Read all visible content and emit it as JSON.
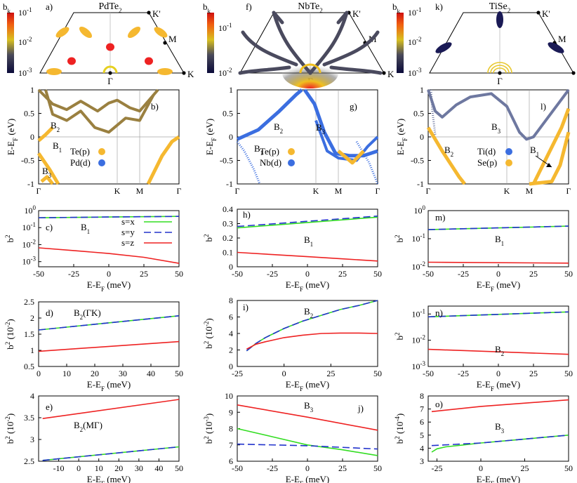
{
  "colors": {
    "x": "#33dd22",
    "y": "#2233cc",
    "z": "#ee2222",
    "te": "#f5b830",
    "pd": "#3b6ee0"
  },
  "colorbar_label": "b",
  "colorbar_label_sub": "k",
  "colorbar_label_sup": "2",
  "legend_sx": "s=x",
  "legend_sy": "s=y",
  "legend_sz": "s=z",
  "ylabel_band": "E-E",
  "ylabel_band_sub": "F",
  "ylabel_band_unit": " (eV)",
  "xlabel_mev": "E-E",
  "xlabel_mev_sub": "F",
  "xlabel_mev_unit": " (meV)",
  "b2": "b",
  "b2_sup": "2",
  "columns": [
    {
      "title": "PdTe",
      "title_sub": "2",
      "bz_letter": "a)",
      "cbar_ticks": [
        "10",
        "10",
        "10"
      ],
      "cbar_exps": [
        "-1",
        "-2",
        "-3"
      ],
      "bz_labels": [
        "K'",
        "M",
        "K",
        "Γ"
      ],
      "band_letter": "b)",
      "band_ticks_y": [
        "1",
        "0.5",
        "0",
        "-0.5",
        "-1"
      ],
      "band_ticks_x": [
        "Γ",
        "K",
        "M",
        "Γ"
      ],
      "band_labels": [
        {
          "t": "B",
          "s": "2"
        },
        {
          "t": "B",
          "s": "1"
        },
        {
          "t": "B",
          "s": "3"
        }
      ],
      "legend": [
        {
          "text": "Te(p)",
          "color": "#f5b830"
        },
        {
          "text": "Pd(d)",
          "color": "#3b6ee0"
        }
      ]
    },
    {
      "title": "NbTe",
      "title_sub": "2",
      "bz_letter": "f)",
      "cbar_ticks": [
        "10"
      ],
      "cbar_exps": [
        "-1"
      ],
      "cbar_ticks_low": [
        "10"
      ],
      "cbar_exps_low": [
        "-2"
      ],
      "bz_labels": [
        "K'",
        "M",
        "K",
        "Γ"
      ],
      "band_letter": "g)",
      "band_ticks_y": [
        "1",
        "0.5",
        "0",
        "-0.5",
        "-1"
      ],
      "band_ticks_x": [
        "Γ",
        "K",
        "M",
        "Γ"
      ],
      "band_labels": [
        {
          "t": "B",
          "s": "2"
        },
        {
          "t": "B",
          "s": "3"
        },
        {
          "t": "B",
          "s": "1"
        }
      ],
      "legend": [
        {
          "text": "Te(p)",
          "color": "#f5b830"
        },
        {
          "text": "Nb(d)",
          "color": "#3b6ee0"
        }
      ]
    },
    {
      "title": "TiSe",
      "title_sub": "2",
      "bz_letter": "k)",
      "cbar_ticks": [
        "10",
        "10",
        "10"
      ],
      "cbar_exps": [
        "-1",
        "-2",
        "-3"
      ],
      "bz_labels": [
        "K'",
        "M",
        "K",
        "Γ"
      ],
      "band_letter": "l)",
      "band_ticks_y": [
        "1",
        "0.5",
        "0",
        "-0.5",
        "-1"
      ],
      "band_ticks_x": [
        "Γ",
        "K",
        "M",
        "Γ"
      ],
      "band_labels": [
        {
          "t": "B",
          "s": "3"
        },
        {
          "t": "B",
          "s": "2"
        },
        {
          "t": "B",
          "s": "1"
        }
      ],
      "legend": [
        {
          "text": "Ti(d)",
          "color": "#3b6ee0"
        },
        {
          "text": "Se(p)",
          "color": "#f5b830"
        }
      ]
    }
  ],
  "chart_data": [
    {
      "id": "c",
      "type": "line",
      "letter": "c)",
      "band": "B",
      "band_sub": "1",
      "band_suffix": "",
      "xlim": [
        -50,
        50
      ],
      "xticks": [
        -50,
        -25,
        0,
        25,
        50
      ],
      "ylog": true,
      "ylim": [
        0.0005,
        1
      ],
      "yticks": [
        1,
        0.1,
        0.01,
        0.001
      ],
      "ytick_labels": [
        [
          "10",
          "0"
        ],
        [
          "10",
          "-1"
        ],
        [
          "10",
          "-2"
        ],
        [
          "10",
          "-3"
        ]
      ],
      "ylabel_unit": "",
      "series": [
        {
          "name": "s=x",
          "x": [
            -50,
            0,
            50
          ],
          "y": [
            0.38,
            0.42,
            0.46
          ]
        },
        {
          "name": "s=y",
          "x": [
            -50,
            0,
            50
          ],
          "y": [
            0.38,
            0.42,
            0.46
          ]
        },
        {
          "name": "s=z",
          "x": [
            -50,
            -25,
            0,
            25,
            50
          ],
          "y": [
            0.0065,
            0.0045,
            0.003,
            0.0018,
            0.0008
          ]
        }
      ]
    },
    {
      "id": "d",
      "type": "line",
      "letter": "d)",
      "band": "B",
      "band_sub": "2",
      "band_suffix": "(ΓK)",
      "xlim": [
        0,
        50
      ],
      "xticks": [
        0,
        10,
        20,
        30,
        40,
        50
      ],
      "ylog": false,
      "ylim": [
        0.5,
        2.5
      ],
      "yticks": [
        0.5,
        1,
        1.5,
        2,
        2.5
      ],
      "ytick_labels": [
        "0.5",
        "1",
        "1.5",
        "2",
        "2.5"
      ],
      "ylabel_unit": " (10",
      "ylabel_exp": "-2",
      "ylabel_close": ")",
      "series": [
        {
          "name": "s=x",
          "x": [
            0,
            50
          ],
          "y": [
            1.63,
            2.07
          ]
        },
        {
          "name": "s=y",
          "x": [
            0,
            50
          ],
          "y": [
            1.63,
            2.07
          ]
        },
        {
          "name": "s=z",
          "x": [
            0,
            50
          ],
          "y": [
            0.97,
            1.27
          ]
        }
      ]
    },
    {
      "id": "e",
      "type": "line",
      "letter": "e)",
      "band": "B",
      "band_sub": "2",
      "band_suffix": "(MΓ)",
      "xlim": [
        -20,
        50
      ],
      "xticks": [
        -10,
        0,
        10,
        20,
        30,
        40,
        50
      ],
      "ylog": false,
      "ylim": [
        2.5,
        4
      ],
      "yticks": [
        2.5,
        3,
        3.5,
        4
      ],
      "ytick_labels": [
        "2.5",
        "3",
        "3.5",
        "4"
      ],
      "ylabel_unit": " (10",
      "ylabel_exp": "-2",
      "ylabel_close": ")",
      "series": [
        {
          "name": "s=x",
          "x": [
            -18,
            50
          ],
          "y": [
            2.52,
            2.83
          ]
        },
        {
          "name": "s=y",
          "x": [
            -18,
            50
          ],
          "y": [
            2.52,
            2.83
          ]
        },
        {
          "name": "s=z",
          "x": [
            -18,
            50
          ],
          "y": [
            3.48,
            3.92
          ]
        }
      ]
    },
    {
      "id": "h",
      "type": "line",
      "letter": "h)",
      "band": "B",
      "band_sub": "1",
      "band_suffix": "",
      "xlim": [
        -50,
        50
      ],
      "xticks": [
        -50,
        -25,
        0,
        25,
        50
      ],
      "ylog": false,
      "ylim": [
        0,
        0.4
      ],
      "yticks": [
        0,
        0.1,
        0.2,
        0.3,
        0.4
      ],
      "ytick_labels": [
        "0",
        "0.1",
        "0.2",
        "0.3",
        "0.4"
      ],
      "ylabel_unit": "",
      "series": [
        {
          "name": "s=x",
          "x": [
            -50,
            50
          ],
          "y": [
            0.27,
            0.345
          ]
        },
        {
          "name": "s=y",
          "x": [
            -50,
            50
          ],
          "y": [
            0.28,
            0.352
          ]
        },
        {
          "name": "s=z",
          "x": [
            -50,
            -25,
            0,
            25,
            50
          ],
          "y": [
            0.1,
            0.085,
            0.07,
            0.055,
            0.04
          ]
        }
      ]
    },
    {
      "id": "i",
      "type": "line",
      "letter": "i)",
      "band": "B",
      "band_sub": "2",
      "band_suffix": "",
      "xlim": [
        -25,
        50
      ],
      "xticks": [
        -25,
        0,
        25,
        50
      ],
      "ylog": false,
      "ylim": [
        0,
        8
      ],
      "yticks": [
        0,
        2,
        4,
        6,
        8
      ],
      "ytick_labels": [
        "0",
        "2",
        "4",
        "6",
        "8"
      ],
      "ylabel_unit": " (10",
      "ylabel_exp": "-2",
      "ylabel_close": ")",
      "series": [
        {
          "name": "s=x",
          "x": [
            -20,
            -15,
            -10,
            0,
            10,
            20,
            30,
            40,
            50
          ],
          "y": [
            1.9,
            2.8,
            3.5,
            4.6,
            5.5,
            6.2,
            6.9,
            7.4,
            8.0
          ]
        },
        {
          "name": "s=y",
          "x": [
            -20,
            -15,
            -10,
            0,
            10,
            20,
            30,
            40,
            50
          ],
          "y": [
            1.9,
            2.8,
            3.5,
            4.6,
            5.5,
            6.2,
            6.9,
            7.4,
            8.0
          ]
        },
        {
          "name": "s=z",
          "x": [
            -20,
            -15,
            -10,
            0,
            10,
            20,
            30,
            40,
            50
          ],
          "y": [
            2.1,
            2.7,
            3.0,
            3.5,
            3.8,
            4.0,
            4.05,
            4.05,
            4.0
          ]
        }
      ]
    },
    {
      "id": "j",
      "type": "line",
      "letter": "j)",
      "band": "B",
      "band_sub": "3",
      "band_suffix": "",
      "xlim": [
        -50,
        50
      ],
      "xticks": [
        -50,
        -25,
        0,
        25,
        50
      ],
      "ylog": false,
      "ylim": [
        6,
        10
      ],
      "yticks": [
        6,
        7,
        8,
        9,
        10
      ],
      "ytick_labels": [
        "6",
        "7",
        "8",
        "9",
        "10"
      ],
      "ylabel_unit": " (10",
      "ylabel_exp": "-3",
      "ylabel_close": ")",
      "series": [
        {
          "name": "s=x",
          "x": [
            -50,
            -25,
            0,
            25,
            50
          ],
          "y": [
            8.0,
            7.5,
            7.0,
            6.7,
            6.35
          ]
        },
        {
          "name": "s=y",
          "x": [
            -50,
            0,
            50
          ],
          "y": [
            7.05,
            6.95,
            6.75
          ]
        },
        {
          "name": "s=z",
          "x": [
            -50,
            0,
            50
          ],
          "y": [
            9.45,
            8.7,
            7.9
          ]
        }
      ]
    },
    {
      "id": "m",
      "type": "line",
      "letter": "m)",
      "band": "B",
      "band_sub": "1",
      "band_suffix": "",
      "xlim": [
        -50,
        50
      ],
      "xticks": [
        -50,
        -25,
        0,
        25,
        50
      ],
      "ylog": true,
      "ylim": [
        0.01,
        1
      ],
      "yticks": [
        1,
        0.1,
        0.01
      ],
      "ytick_labels": [
        [
          "10",
          "0"
        ],
        [
          "10",
          "-1"
        ],
        [
          "10",
          "-2"
        ]
      ],
      "ylabel_unit": "",
      "series": [
        {
          "name": "s=x",
          "x": [
            -50,
            50
          ],
          "y": [
            0.21,
            0.28
          ]
        },
        {
          "name": "s=y",
          "x": [
            -50,
            50
          ],
          "y": [
            0.21,
            0.28
          ]
        },
        {
          "name": "s=z",
          "x": [
            -50,
            50
          ],
          "y": [
            0.0145,
            0.0135
          ]
        }
      ]
    },
    {
      "id": "n",
      "type": "line",
      "letter": "n)",
      "band": "B",
      "band_sub": "2",
      "band_suffix": "",
      "xlim": [
        -50,
        50
      ],
      "xticks": [
        -50,
        -25,
        0,
        25,
        50
      ],
      "ylog": true,
      "ylim": [
        0.001,
        0.2
      ],
      "yticks": [
        0.1,
        0.01,
        0.001
      ],
      "ytick_labels": [
        [
          "10",
          "-1"
        ],
        [
          "10",
          "-2"
        ],
        [
          "10",
          "-3"
        ]
      ],
      "ylabel_unit": "",
      "series": [
        {
          "name": "s=x",
          "x": [
            -50,
            50
          ],
          "y": [
            0.078,
            0.12
          ]
        },
        {
          "name": "s=y",
          "x": [
            -50,
            50
          ],
          "y": [
            0.078,
            0.12
          ]
        },
        {
          "name": "s=z",
          "x": [
            -50,
            50
          ],
          "y": [
            0.0045,
            0.0029
          ]
        }
      ]
    },
    {
      "id": "o",
      "type": "line",
      "letter": "o)",
      "band": "B",
      "band_sub": "3",
      "band_suffix": "",
      "xlim": [
        -30,
        50
      ],
      "xticks": [
        -25,
        0,
        25,
        50
      ],
      "ylog": false,
      "ylim": [
        3,
        8
      ],
      "yticks": [
        3,
        4,
        5,
        6,
        7,
        8
      ],
      "ytick_labels": [
        "3",
        "4",
        "5",
        "6",
        "7",
        "8"
      ],
      "ylabel_unit": " (10",
      "ylabel_exp": "-4",
      "ylabel_close": ")",
      "series": [
        {
          "name": "s=x",
          "x": [
            -28,
            -25,
            -20,
            -10,
            0,
            25,
            50
          ],
          "y": [
            3.7,
            3.95,
            4.1,
            4.25,
            4.4,
            4.7,
            5.0
          ]
        },
        {
          "name": "s=y",
          "x": [
            -28,
            0,
            50
          ],
          "y": [
            4.2,
            4.4,
            5.0
          ]
        },
        {
          "name": "s=z",
          "x": [
            -28,
            0,
            50
          ],
          "y": [
            6.8,
            7.2,
            7.7
          ]
        }
      ]
    }
  ]
}
